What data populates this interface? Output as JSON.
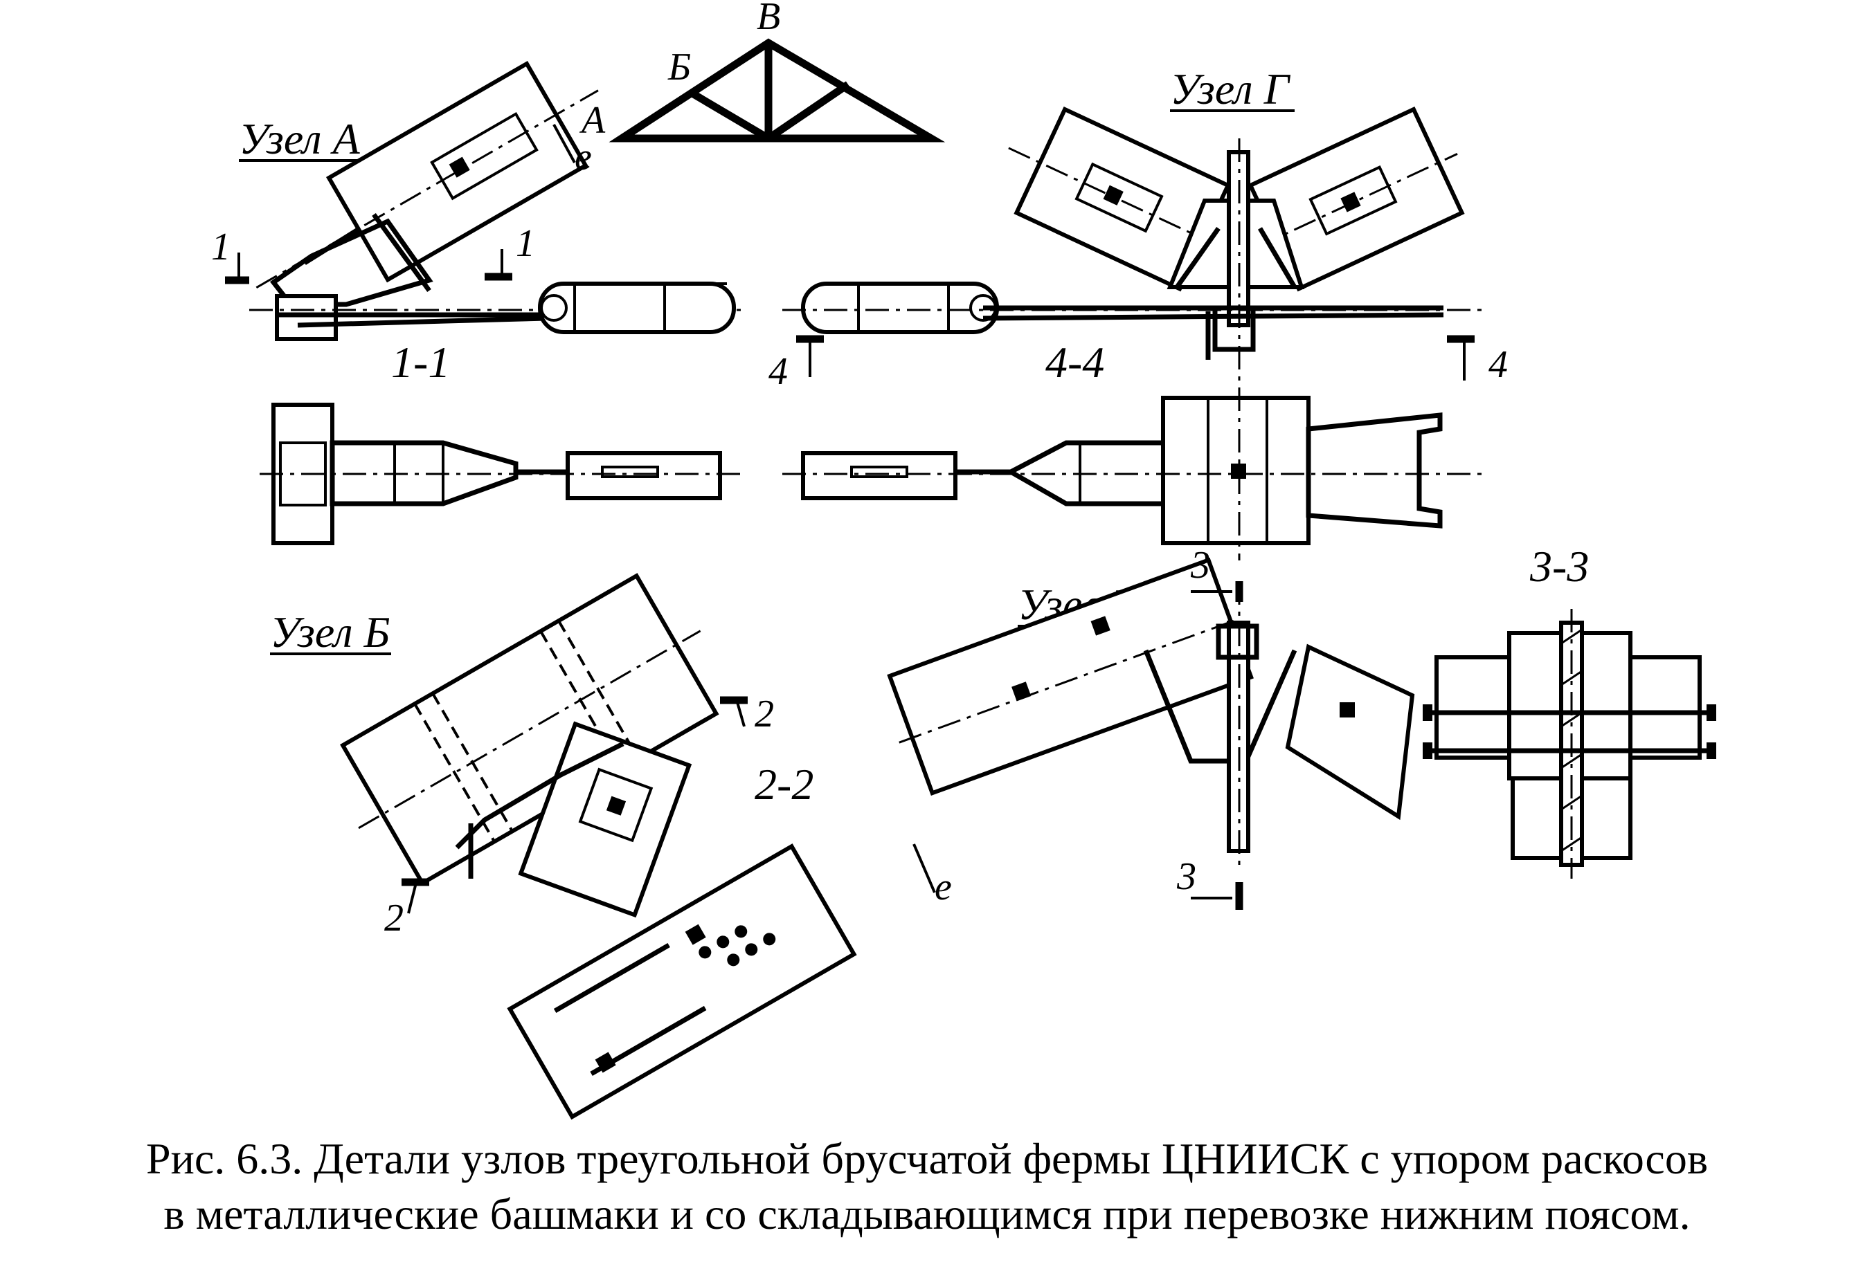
{
  "figure": {
    "caption_line1": "Рис. 6.3. Детали узлов треугольной брусчатой фермы ЦНИИСК с упором раскосов",
    "caption_line2": "в металлические башмаки и со складывающимся при перевозке нижним поясом."
  },
  "labels": {
    "node_A": "Узел А",
    "node_B": "Узел Б",
    "node_V": "Узел В",
    "node_G": "Узел Г",
    "scheme_A": "А",
    "scheme_B": "Б",
    "scheme_V": "В",
    "ecc_top": "е",
    "ecc_bottom": "е",
    "cut1_left": "1",
    "cut1_right": "1",
    "sec_1_1": "1-1",
    "cut4_left": "4",
    "cut4_right": "4",
    "sec_4_4": "4-4",
    "cut3_top": "3",
    "cut3_bottom": "3",
    "sec_3_3": "3-3",
    "cut2_right": "2",
    "cut2_left": "2",
    "sec_2_2": "2-2"
  }
}
